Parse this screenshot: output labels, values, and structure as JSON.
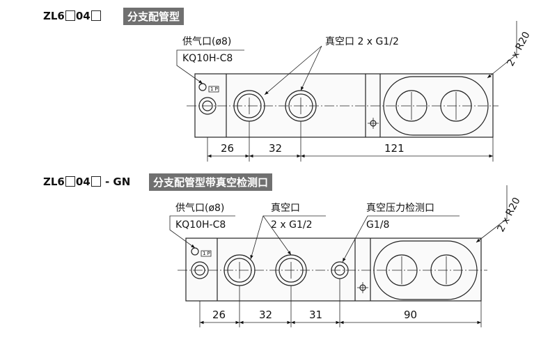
{
  "diagram1": {
    "model_prefix": "ZL6",
    "model_mid": "04",
    "model_suffix": "",
    "tag": "分支配管型",
    "supply_label": "供气口(ø8)",
    "supply_part": "KQ10H-C8",
    "vacuum_label": "真空口 2 x G1/2",
    "radius_label": "2 x R20",
    "mini_label": "1 P",
    "dims": [
      "26",
      "32",
      "121"
    ]
  },
  "diagram2": {
    "model_prefix": "ZL6",
    "model_mid": "04",
    "model_suffix": "- GN",
    "tag": "分支配管型带真空检测口",
    "supply_label": "供气口(ø8)",
    "supply_part": "KQ10H-C8",
    "vacuum_label": "真空口",
    "vacuum_spec": "2 x G1/2",
    "gauge_label": "真空压力检测口",
    "gauge_spec": "G1/8",
    "radius_label": "2 x R20",
    "mini_label": "1 P",
    "dims": [
      "26",
      "32",
      "31",
      "90"
    ]
  }
}
